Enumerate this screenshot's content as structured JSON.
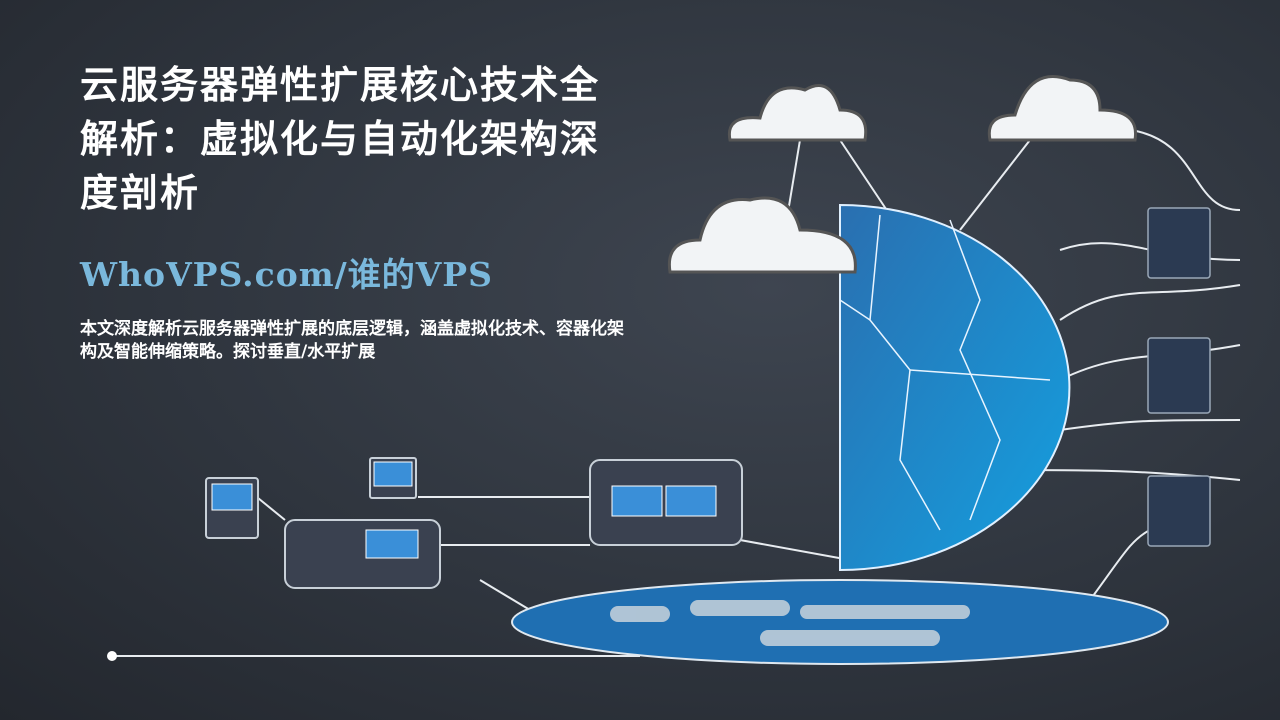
{
  "title": "云服务器弹性扩展核心技术全解析：虚拟化与自动化架构深度剖析",
  "brand": "WhoVPS.com/谁的VPS",
  "description": "本文深度解析云服务器弹性扩展的底层逻辑，涵盖虚拟化技术、容器化架构及智能伸缩策略。探讨垂直/水平扩展",
  "colors": {
    "accent": "#7ab8dc",
    "globe": "#1f7fc4",
    "background": "#2f353e"
  }
}
